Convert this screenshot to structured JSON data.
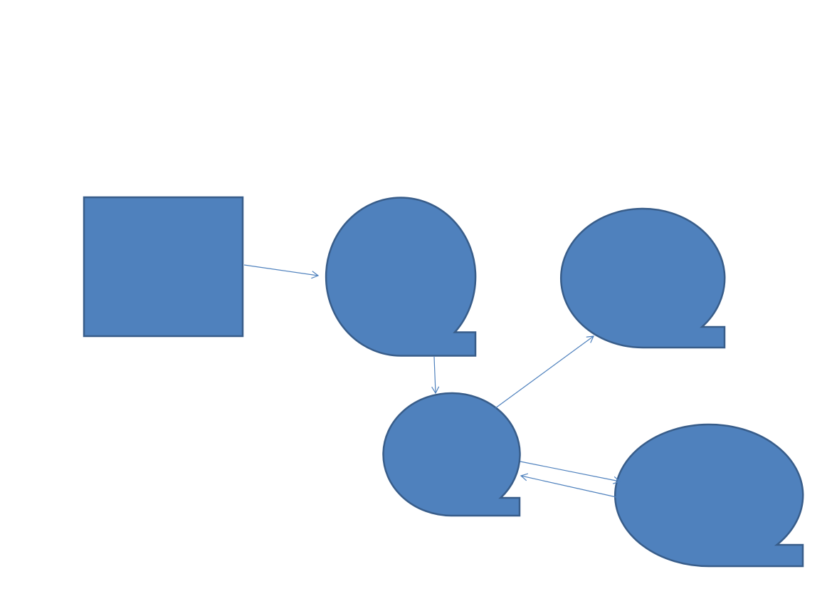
{
  "diagram": {
    "title": "",
    "colors": {
      "background": "#ffffff",
      "shape_fill": "#4f81bd",
      "shape_stroke": "#385d8a",
      "connector_stroke": "#4f81bd"
    },
    "nodes": [
      {
        "id": "rect-node",
        "shape": "rectangle",
        "label": ""
      },
      {
        "id": "callout-a",
        "shape": "round-callout",
        "label": ""
      },
      {
        "id": "callout-b",
        "shape": "round-callout",
        "label": ""
      },
      {
        "id": "callout-c",
        "shape": "round-callout",
        "label": ""
      },
      {
        "id": "callout-d",
        "shape": "round-callout",
        "label": ""
      }
    ],
    "edges": [
      {
        "from": "rect-node",
        "to": "callout-a",
        "direction": "forward"
      },
      {
        "from": "callout-a",
        "to": "callout-c",
        "direction": "forward"
      },
      {
        "from": "callout-c",
        "to": "callout-b",
        "direction": "forward"
      },
      {
        "from": "callout-c",
        "to": "callout-d",
        "direction": "forward"
      },
      {
        "from": "callout-d",
        "to": "callout-c",
        "direction": "forward"
      }
    ]
  }
}
